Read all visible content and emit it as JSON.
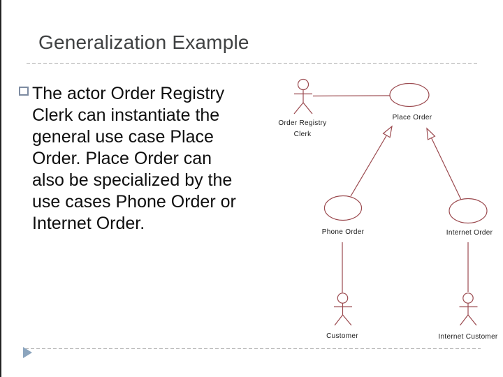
{
  "slide": {
    "title": "Generalization Example",
    "bullet_text": "The actor Order Registry Clerk can instantiate the general use case Place Order. Place Order can also be specialized by the use cases Phone Order or Internet Order.",
    "bullet_lines": [
      "The actor Order Registry",
      "Clerk can instantiate the",
      "general use case Place",
      "Order. Place Order can",
      "also be specialized by the",
      "use cases Phone Order or",
      "Internet Order."
    ]
  },
  "diagram": {
    "type": "uml-use-case-diagram",
    "labels": {
      "clerk_line1": "Order Registry",
      "clerk_line2": "Clerk",
      "place_order": "Place Order",
      "phone_order": "Phone Order",
      "internet_order": "Internet Order",
      "customer": "Customer",
      "internet_customer": "Internet Customer"
    },
    "actors": [
      "Order Registry Clerk",
      "Customer",
      "Internet Customer"
    ],
    "use_cases": [
      "Place Order",
      "Phone Order",
      "Internet Order"
    ],
    "relationships": [
      {
        "from": "Order Registry Clerk",
        "to": "Place Order",
        "type": "association"
      },
      {
        "from": "Phone Order",
        "to": "Place Order",
        "type": "generalization"
      },
      {
        "from": "Internet Order",
        "to": "Place Order",
        "type": "generalization"
      },
      {
        "from": "Customer",
        "to": "Phone Order",
        "type": "association"
      },
      {
        "from": "Internet Customer",
        "to": "Internet Order",
        "type": "association"
      }
    ]
  },
  "colors": {
    "diagram_stroke": "#9B4A4F",
    "title_text": "#3F4142",
    "body_text": "#0E0E0E",
    "bullet_border": "#7D8BA1",
    "dashed_rule": "#ABABAB",
    "footer_arrow": "#8CA5BE"
  }
}
